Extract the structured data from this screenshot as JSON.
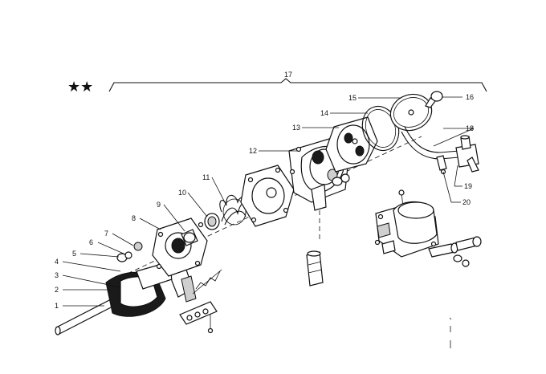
{
  "marker": "★★",
  "assembly_label": "17",
  "callouts": [
    {
      "id": "1",
      "text": "1"
    },
    {
      "id": "2",
      "text": "2"
    },
    {
      "id": "3",
      "text": "3"
    },
    {
      "id": "4",
      "text": "4"
    },
    {
      "id": "5",
      "text": "5"
    },
    {
      "id": "6",
      "text": "6"
    },
    {
      "id": "7",
      "text": "7"
    },
    {
      "id": "8",
      "text": "8"
    },
    {
      "id": "9",
      "text": "9"
    },
    {
      "id": "10",
      "text": "10"
    },
    {
      "id": "11",
      "text": "11"
    },
    {
      "id": "12",
      "text": "12"
    },
    {
      "id": "13",
      "text": "13"
    },
    {
      "id": "14",
      "text": "14"
    },
    {
      "id": "15",
      "text": "15"
    },
    {
      "id": "16",
      "text": "16"
    },
    {
      "id": "18",
      "text": "18"
    },
    {
      "id": "19",
      "text": "19"
    },
    {
      "id": "20",
      "text": "20"
    }
  ]
}
